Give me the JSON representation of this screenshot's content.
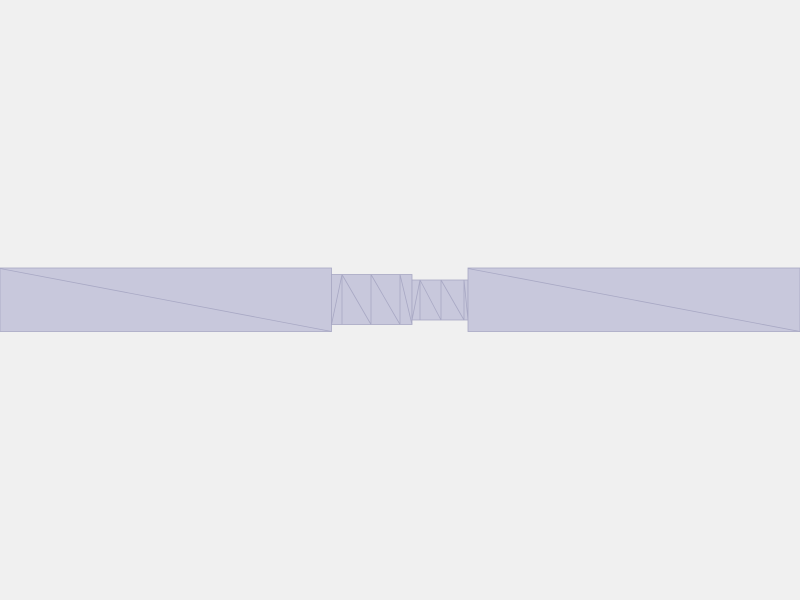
{
  "scene": {
    "background_color": "#f0f0f0",
    "fill_color": "#c8c8dc",
    "edge_color": "#a8a8c4",
    "object": "meshed-shaft",
    "parts": [
      {
        "name": "left-segment",
        "triangulated": true
      },
      {
        "name": "middle-segment-large",
        "triangulated": true
      },
      {
        "name": "middle-segment-small",
        "triangulated": true
      },
      {
        "name": "right-segment",
        "triangulated": true
      }
    ]
  }
}
